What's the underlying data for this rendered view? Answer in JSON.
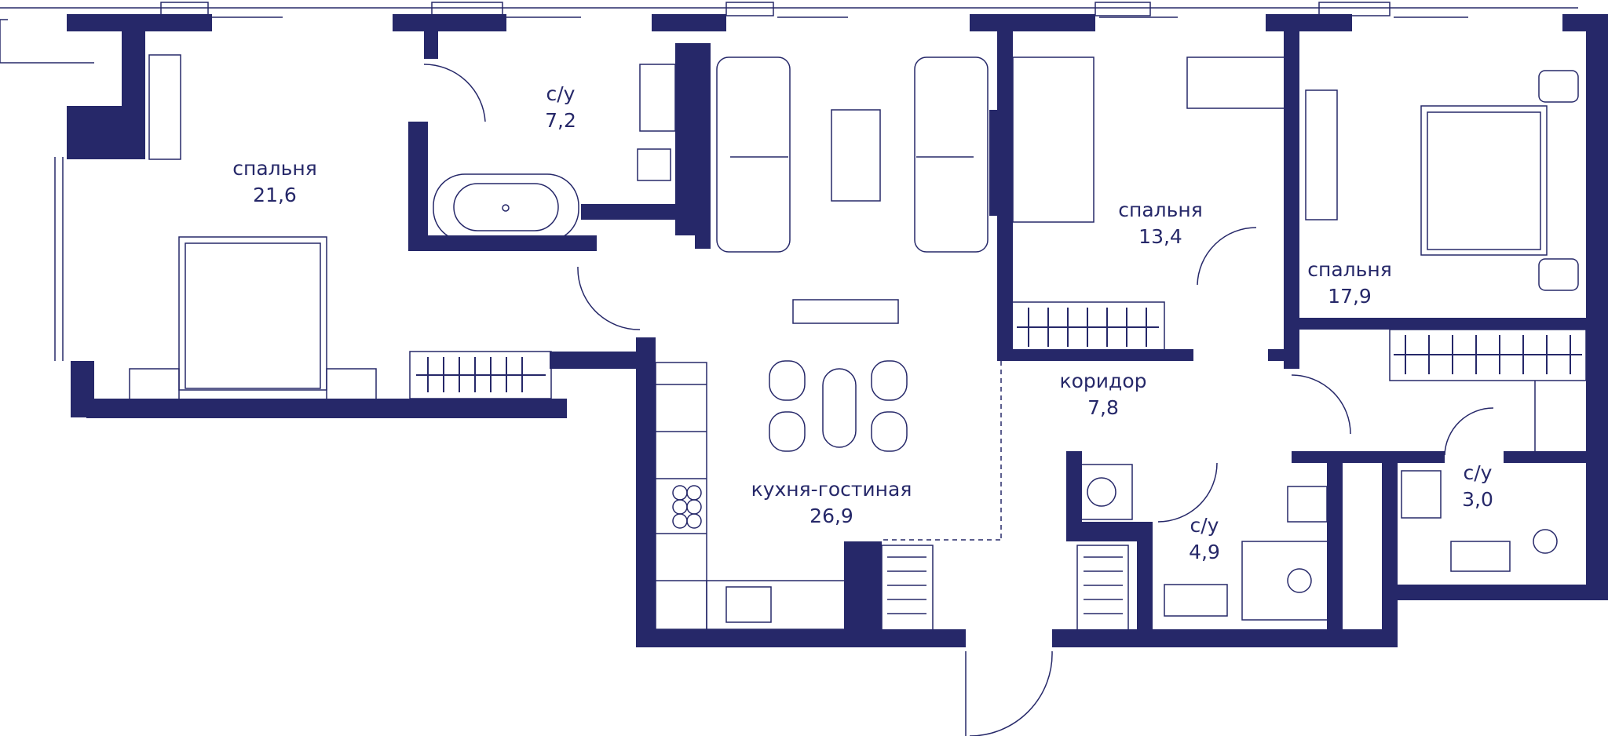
{
  "colors": {
    "wall": "#262869",
    "line": "#262869",
    "background": "#ffffff"
  },
  "rooms": [
    {
      "id": "bedroom1",
      "name": "спальня",
      "area": "21,6"
    },
    {
      "id": "bath1",
      "name": "с/у",
      "area": "7,2"
    },
    {
      "id": "bedroom2",
      "name": "спальня",
      "area": "13,4"
    },
    {
      "id": "bedroom3",
      "name": "спальня",
      "area": "17,9"
    },
    {
      "id": "corridor",
      "name": "коридор",
      "area": "7,8"
    },
    {
      "id": "kitchen",
      "name": "кухня-гостиная",
      "area": "26,9"
    },
    {
      "id": "bath2",
      "name": "с/у",
      "area": "4,9"
    },
    {
      "id": "bath3",
      "name": "с/у",
      "area": "3,0"
    }
  ]
}
